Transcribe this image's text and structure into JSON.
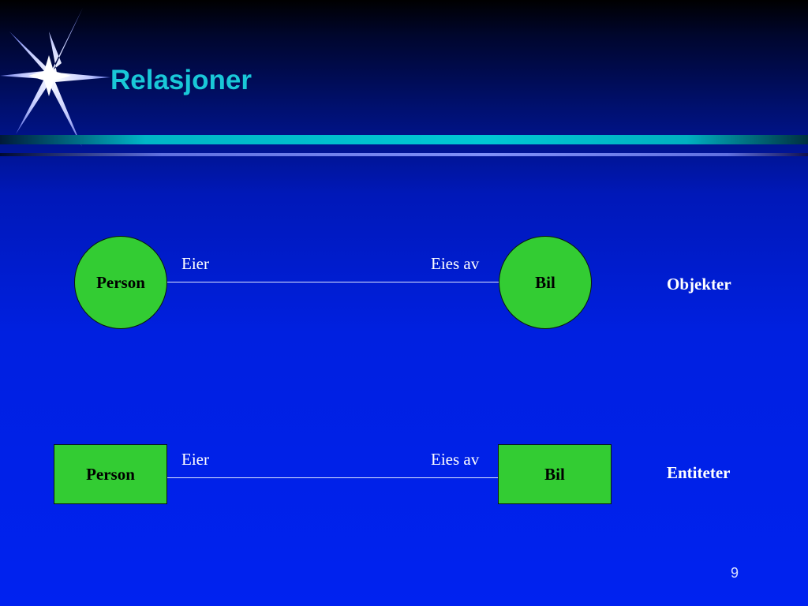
{
  "slide": {
    "title": "Relasjoner",
    "page_number": "9"
  },
  "colors": {
    "title": "#19c8d8",
    "node_fill": "#33cc33",
    "text": "#ffffff",
    "background": "#0020e0"
  },
  "objects_row": {
    "left_node": "Person",
    "right_node": "Bil",
    "left_role": "Eier",
    "right_role": "Eies av",
    "caption": "Objekter"
  },
  "entities_row": {
    "left_node": "Person",
    "right_node": "Bil",
    "left_role": "Eier",
    "right_role": "Eies av",
    "caption": "Entiteter"
  }
}
